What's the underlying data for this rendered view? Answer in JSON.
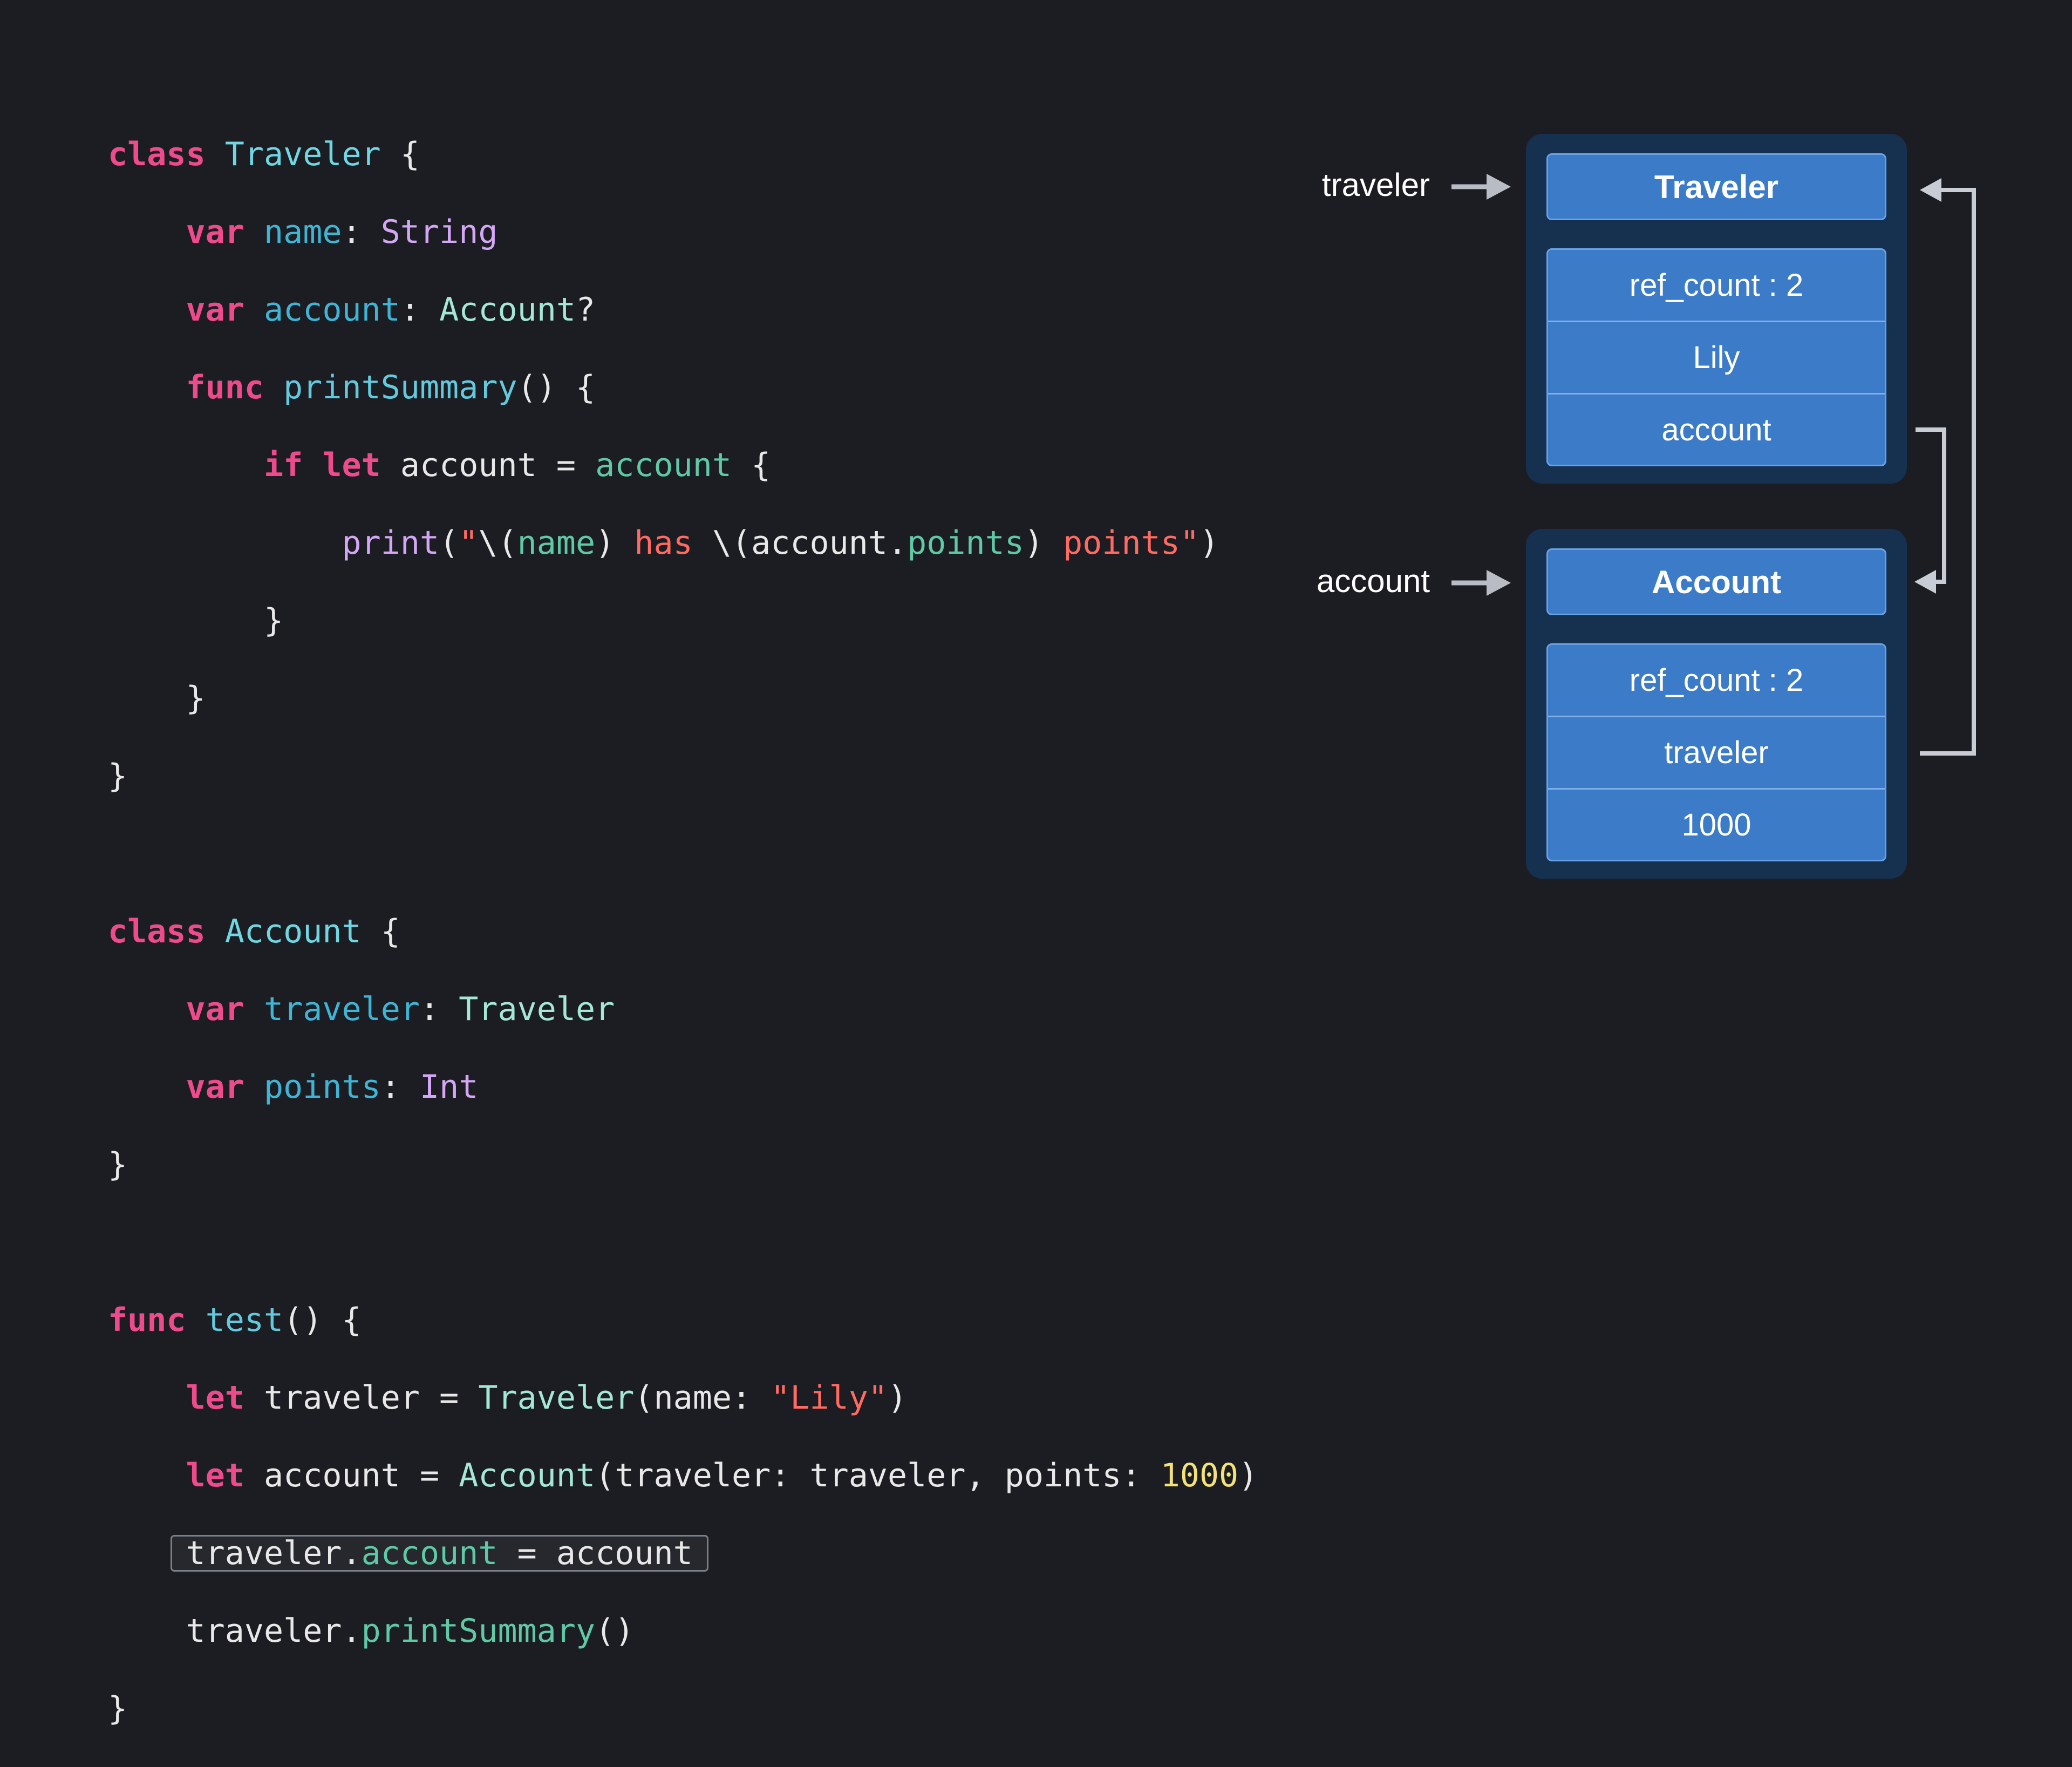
{
  "code": {
    "highlighted_line": "traveler.account = account"
  },
  "diagram": {
    "labels": {
      "traveler_ref": "traveler",
      "account_ref": "account"
    },
    "traveler_object": {
      "title": "Traveler",
      "fields": [
        "ref_count : 2",
        "Lily",
        "account"
      ]
    },
    "account_object": {
      "title": "Account",
      "fields": [
        "ref_count : 2",
        "traveler",
        "1000"
      ]
    }
  }
}
